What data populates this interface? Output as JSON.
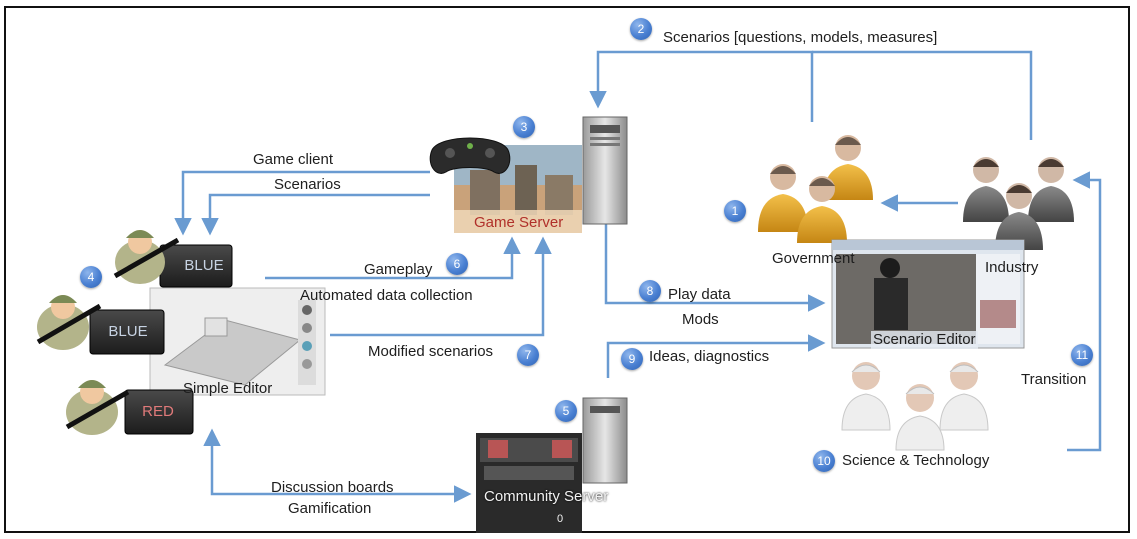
{
  "nodes": {
    "game_server": "Game Server",
    "government": "Government",
    "industry": "Industry",
    "scenario_editor": "Scenario Editor",
    "simple_editor": "Simple Editor",
    "community_server": "Community Server",
    "community_server_suffix": "0",
    "science_tech": "Science & Technology"
  },
  "teams": {
    "blue_top": "BLUE",
    "blue_mid": "BLUE",
    "red": "RED"
  },
  "flows": {
    "scenarios_questions": "Scenarios [questions, models, measures]",
    "game_client": "Game client",
    "scenarios": "Scenarios",
    "gameplay": "Gameplay",
    "automated_data": "Automated data collection",
    "modified_scenarios": "Modified scenarios",
    "play_data": "Play data",
    "mods": "Mods",
    "ideas": "Ideas, diagnostics",
    "transition": "Transition",
    "discussion": "Discussion boards",
    "gamification": "Gamification"
  },
  "badges": [
    "1",
    "2",
    "3",
    "4",
    "5",
    "6",
    "7",
    "8",
    "9",
    "10",
    "11"
  ],
  "colors": {
    "arrow": "#6a9bd1",
    "badge": "#4a80d2",
    "blue_text": "#c7d3e3",
    "red_text": "#e07a7a",
    "game_server_text": "#b0302a"
  }
}
